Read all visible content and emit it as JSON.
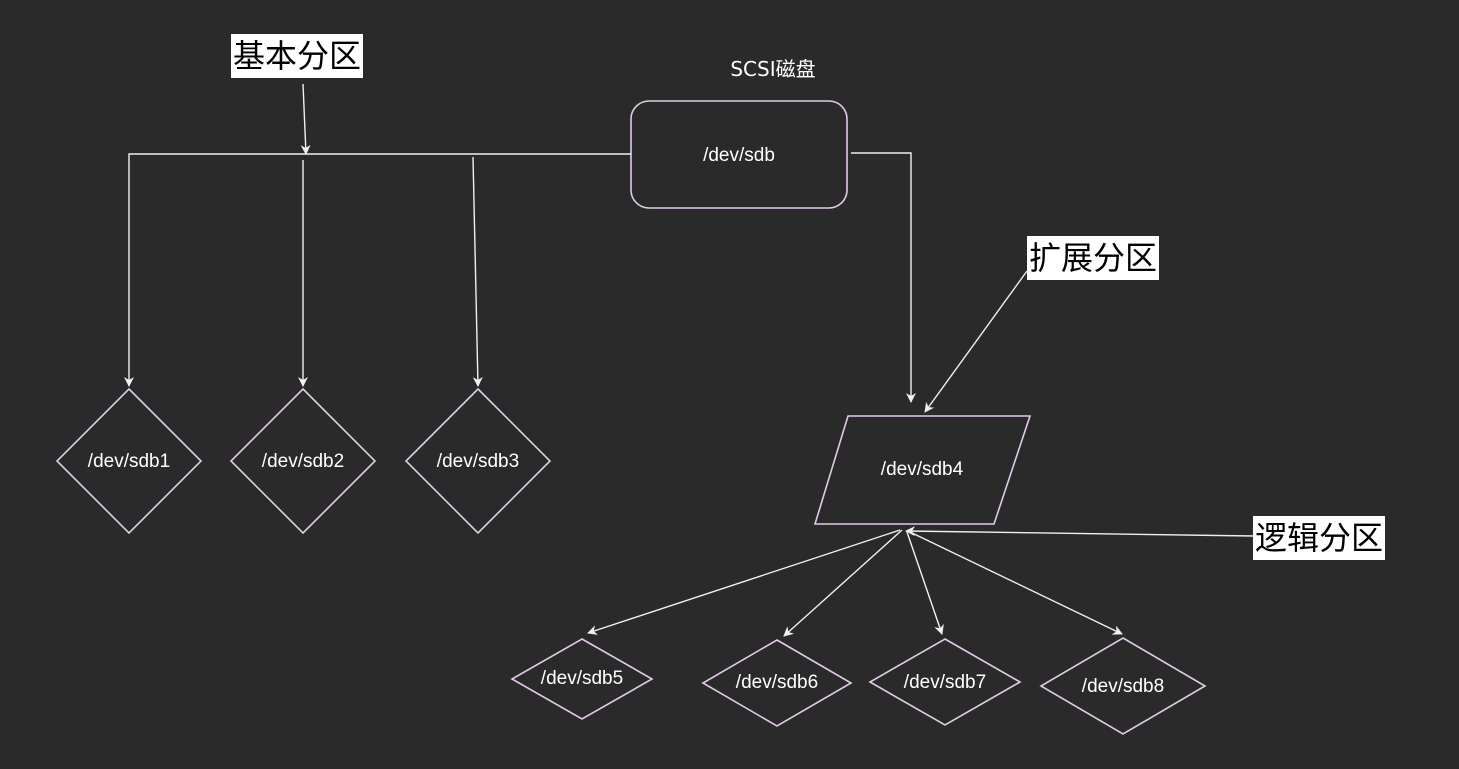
{
  "disk_title": "SCSI磁盘",
  "nodes": {
    "sdb": "/dev/sdb",
    "sdb1": "/dev/sdb1",
    "sdb2": "/dev/sdb2",
    "sdb3": "/dev/sdb3",
    "sdb4": "/dev/sdb4",
    "sdb5": "/dev/sdb5",
    "sdb6": "/dev/sdb6",
    "sdb7": "/dev/sdb7",
    "sdb8": "/dev/sdb8"
  },
  "annotations": {
    "primary": "基本分区",
    "extended": "扩展分区",
    "logical": "逻辑分区"
  },
  "colors": {
    "background": "#2a2a2a",
    "shape_stroke": "#e2cbe8",
    "connector": "#f0f0f0",
    "label_box": "#ffffff"
  }
}
